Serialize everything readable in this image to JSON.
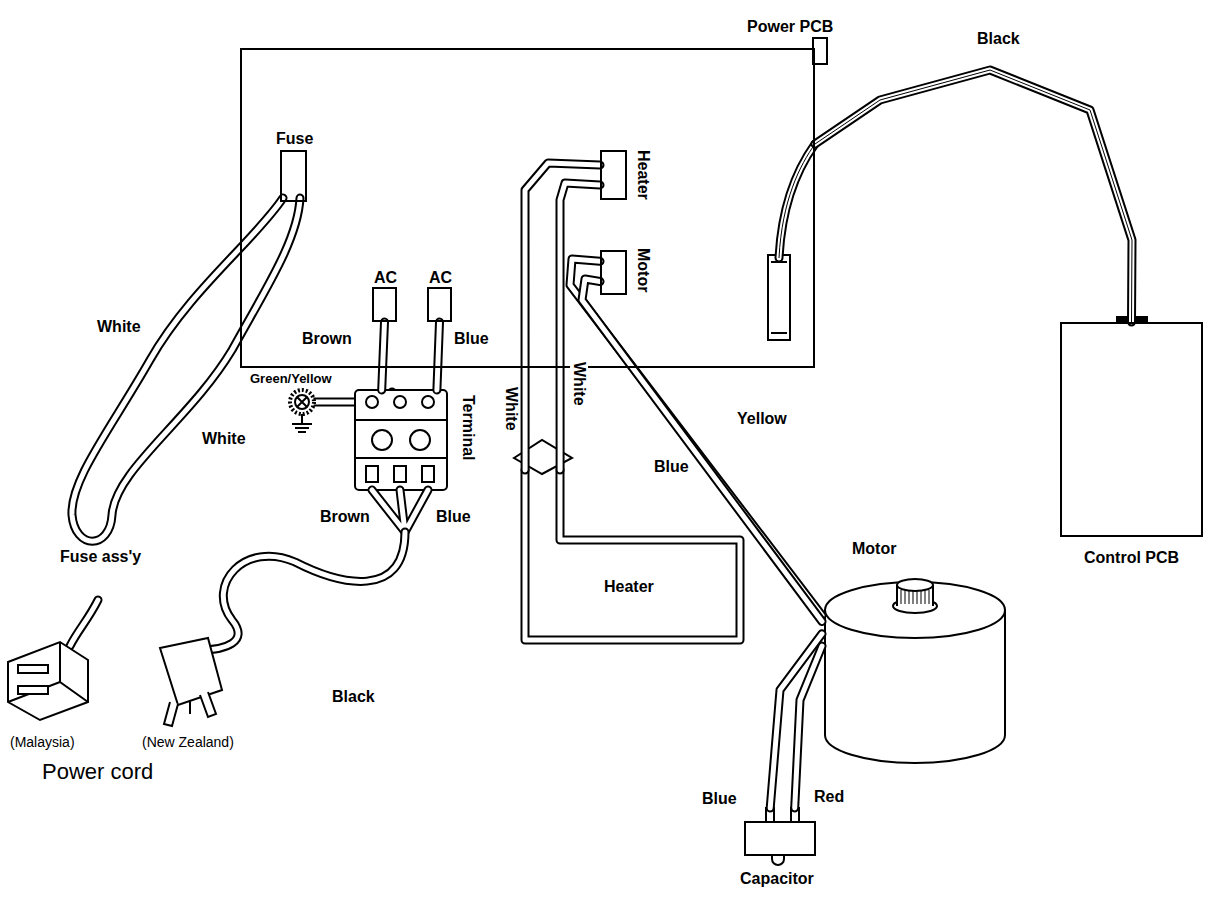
{
  "diagram": {
    "nodes": [
      {
        "text": [
          "Power PCB"
        ]
      },
      {
        "text": [
          "Fuse"
        ],
        "in": 0
      },
      {
        "text": [
          "AC"
        ],
        "in": 0
      },
      {
        "text": [
          "AC"
        ],
        "in": 0
      },
      {
        "text": [
          "Heater"
        ],
        "in": 0
      },
      {
        "text": [
          "Motor"
        ],
        "in": 0
      },
      {
        "text": [
          "Control PCB"
        ]
      },
      {
        "text": [
          "Terminal"
        ]
      },
      {
        "text": [
          "Heater"
        ]
      },
      {
        "text": [
          "Motor"
        ]
      },
      {
        "text": [
          "Capacitor"
        ]
      }
    ],
    "edges": [
      {
        "from": 4,
        "to": 8,
        "arrow": "none",
        "label": "White"
      },
      {
        "from": 4,
        "to": 8,
        "arrow": "none",
        "label": "White"
      },
      {
        "from": 5,
        "to": 9,
        "arrow": "none",
        "label": "Yellow"
      },
      {
        "from": 5,
        "to": 9,
        "arrow": "none",
        "label": "Blue"
      },
      {
        "from": 9,
        "to": 10,
        "arrow": "none",
        "label": "Blue"
      },
      {
        "from": 9,
        "to": 10,
        "arrow": "none",
        "label": "Red"
      },
      {
        "from": 0,
        "to": 6,
        "arrow": "none",
        "label": "Black"
      },
      {
        "from": 2,
        "to": 7,
        "arrow": "none",
        "label": "Brown"
      },
      {
        "from": 3,
        "to": 7,
        "arrow": "none",
        "label": "Blue"
      }
    ],
    "labels": [
      "Green/Yellow",
      "White",
      "White",
      "Fuse ass'y",
      "Brown",
      "Blue",
      "Black",
      "(Malaysia)",
      "(New Zealand)",
      "Power cord"
    ]
  }
}
